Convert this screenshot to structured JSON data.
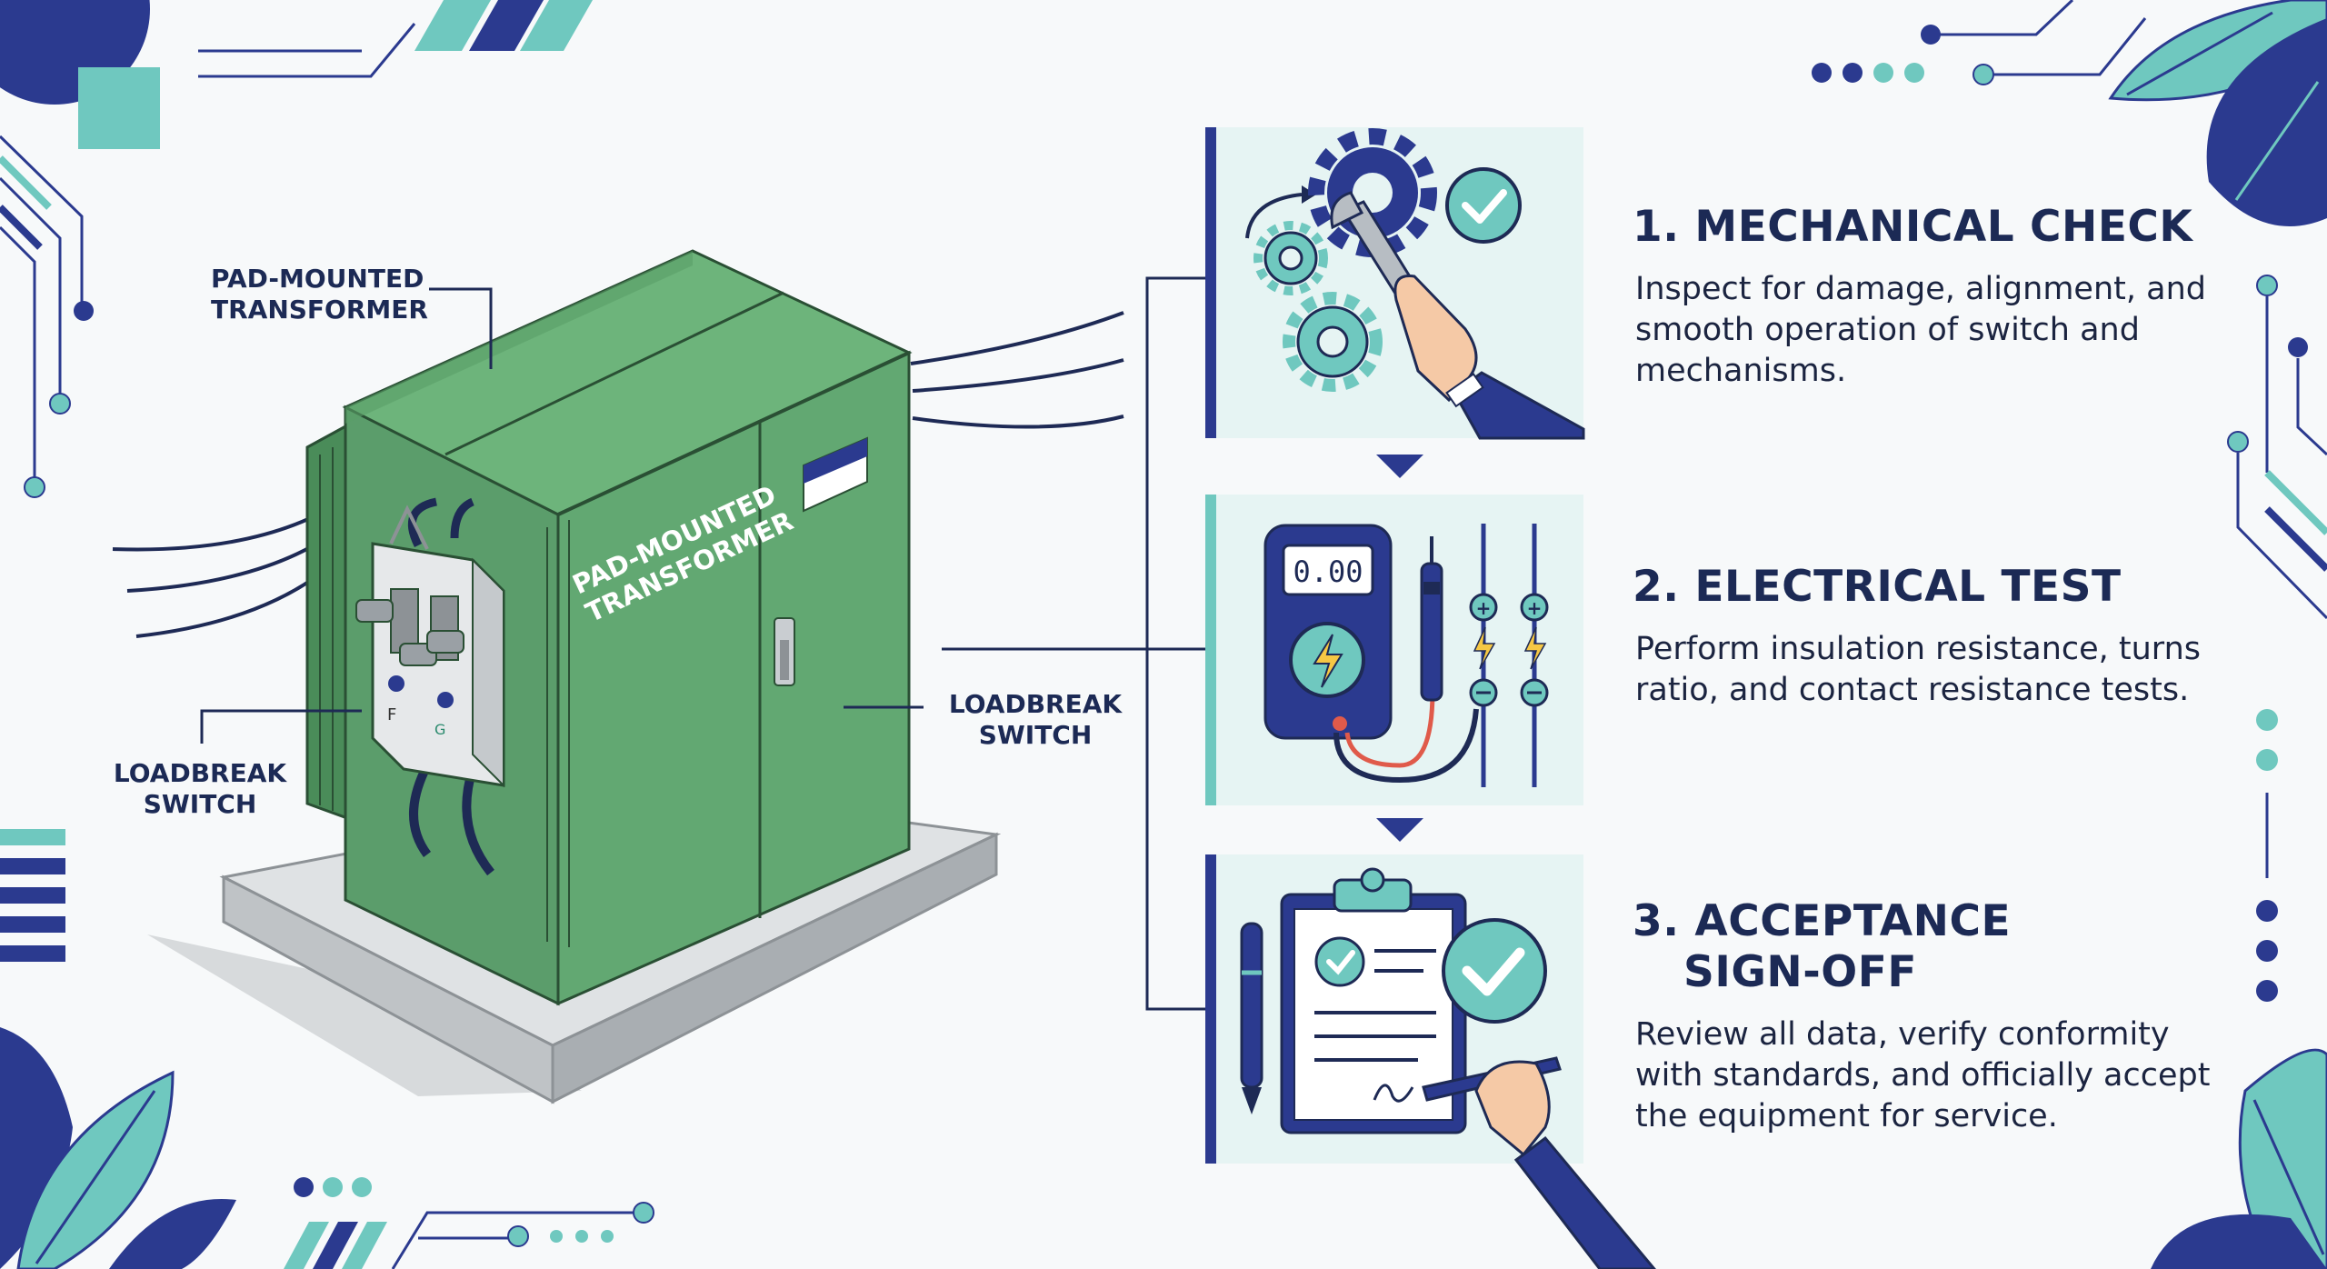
{
  "labels": {
    "pad_mounted_line1": "PAD-MOUNTED",
    "pad_mounted_line2": "TRANSFORMER",
    "body_text_line1": "PAD-MOUNTED",
    "body_text_line2": "TRANSFORMER",
    "loadbreak_left_line1": "LOADBREAK",
    "loadbreak_left_line2": "SWITCH",
    "loadbreak_right_line1": "LOADBREAK",
    "loadbreak_right_line2": "SWITCH"
  },
  "meter_display": "0.00",
  "steps": [
    {
      "title": "1. MECHANICAL CHECK",
      "desc": "Inspect for damage, alignment, and smooth operation of switch and mechanisms."
    },
    {
      "title": "2. ELECTRICAL TEST",
      "desc": "Perform insulation resistance, turns ratio, and contact resistance tests."
    },
    {
      "title_line1": "3. ACCEPTANCE",
      "title_line2": "SIGN-OFF",
      "desc": "Review all data, verify conformity with standards, and officially accept the equipment for service."
    }
  ],
  "colors": {
    "navy": "#2b3a8f",
    "teal": "#6fc8bf",
    "green_front": "#5fa56f",
    "green_side": "#4d915d",
    "green_top": "#6db47b",
    "panel_bg": "#e6f4f3"
  }
}
